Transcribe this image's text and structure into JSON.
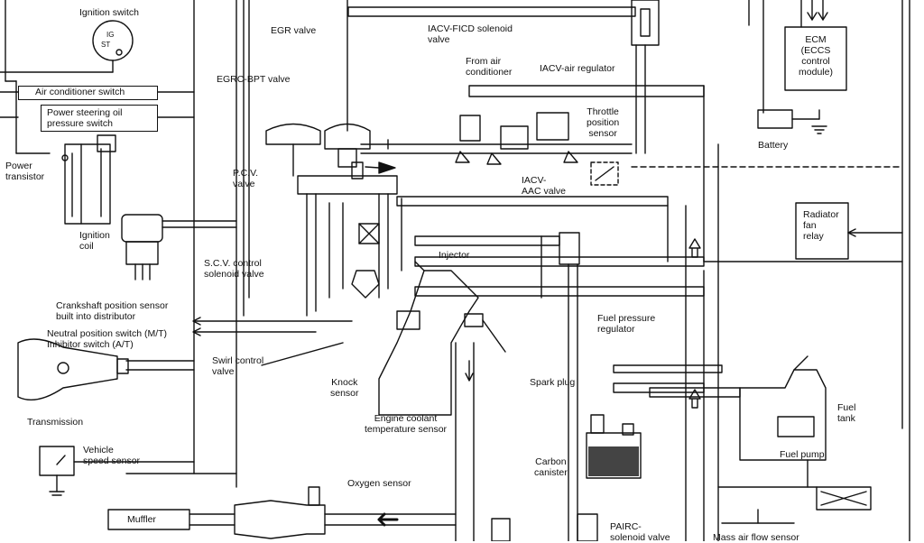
{
  "labels": {
    "ignition_switch": "Ignition switch",
    "ig": "IG",
    "st": "ST",
    "egr_valve": "EGR valve",
    "iacv_ficd": [
      "IACV-FICD solenoid",
      "valve"
    ],
    "from_ac": [
      "From air",
      "conditioner"
    ],
    "iacv_air_regulator": "IACV-air regulator",
    "egrc_bpt": "EGRC-BPT valve",
    "throttle_position": [
      "Throttle",
      "position",
      "sensor"
    ],
    "ecm": [
      "ECM",
      "(ECCS",
      "control",
      "module)"
    ],
    "battery": "Battery",
    "power_transistor": [
      "Power",
      "transistor"
    ],
    "pcv_valve": [
      "P.C.V.",
      "valve"
    ],
    "iacv_aac": [
      "IACV-",
      "AAC valve"
    ],
    "ignition_coil": [
      "Ignition",
      "coil"
    ],
    "radiator_fan_relay": [
      "Radiator",
      "fan",
      "relay"
    ],
    "scv_control": [
      "S.C.V. control",
      "solenoid valve"
    ],
    "injector": "Injector",
    "crankshaft_sensor": [
      "Crankshaft position sensor",
      "built into distributor"
    ],
    "fuel_pressure_regulator": [
      "Fuel pressure",
      "regulator"
    ],
    "neutral_switch": [
      "Neutral position switch (M/T)",
      "Inhibitor switch (A/T)"
    ],
    "swirl_control": [
      "Swirl control",
      "valve"
    ],
    "knock_sensor": [
      "Knock",
      "sensor"
    ],
    "spark_plug": "Spark plug",
    "fuel_tank": [
      "Fuel",
      "tank"
    ],
    "engine_coolant": [
      "Engine coolant",
      "temperature sensor"
    ],
    "transmission": "Transmission",
    "vehicle_speed": [
      "Vehicle",
      "speed sensor"
    ],
    "fuel_pump": "Fuel pump",
    "carbon_canister": [
      "Carbon",
      "canister"
    ],
    "oxygen_sensor": "Oxygen sensor",
    "muffler": "Muffler",
    "pairc": [
      "PAIRC-",
      "solenoid valve"
    ],
    "mass_air_flow": "Mass air flow sensor"
  },
  "boxes": {
    "air_conditioner_switch": "Air conditioner switch",
    "power_steering": [
      "Power steering oil",
      "pressure switch"
    ]
  }
}
